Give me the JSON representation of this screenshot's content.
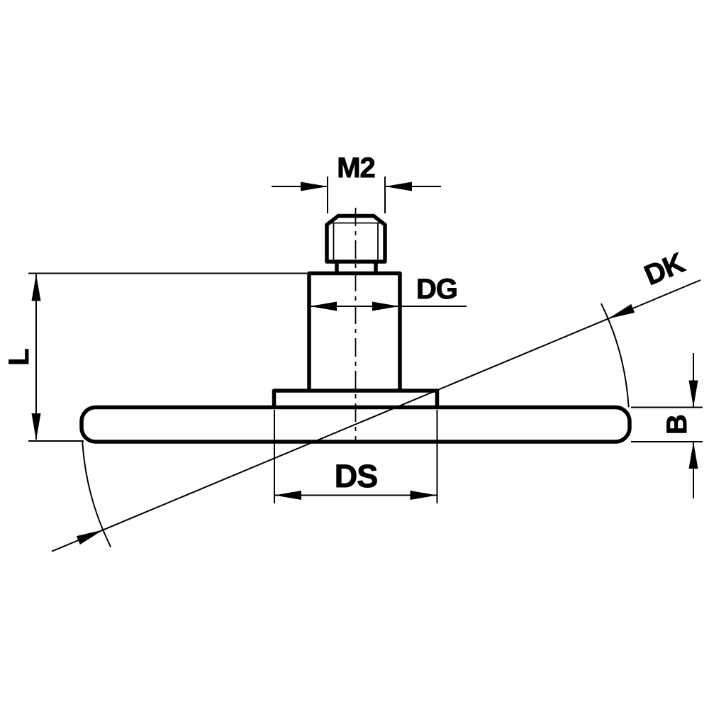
{
  "document": {
    "kind": "stylus-disc-technical-drawing",
    "background_color": "#ffffff",
    "line_color": "#000000"
  },
  "dimensions": {
    "thread": {
      "label": "M2"
    },
    "stem_diameter": {
      "label": "DG"
    },
    "disc_diameter": {
      "label": "DK"
    },
    "length": {
      "label": "L"
    },
    "seat_diameter": {
      "label": "DS"
    },
    "disc_thickness": {
      "label": "B"
    }
  }
}
